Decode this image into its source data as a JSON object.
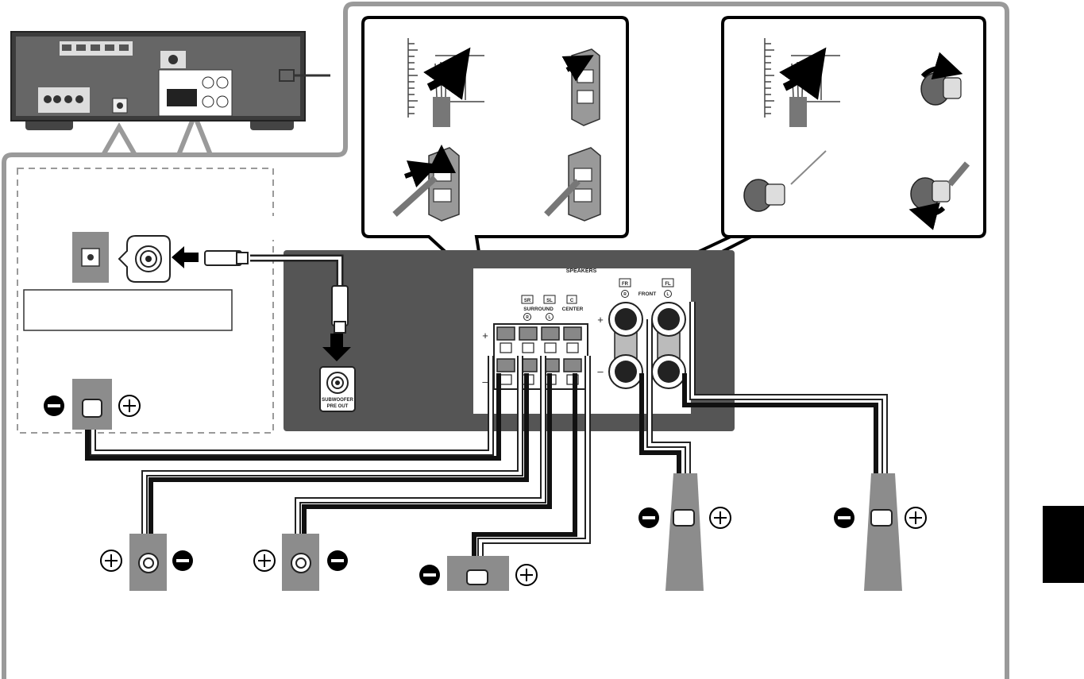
{
  "panel": {
    "title": "SPEAKERS",
    "channels": {
      "sr": {
        "badge": "SR"
      },
      "sl": {
        "badge": "SL"
      },
      "c": {
        "badge": "C"
      },
      "fr": {
        "badge": "FR"
      },
      "fl": {
        "badge": "FL"
      }
    },
    "group_surround": "SURROUND",
    "group_center": "CENTER",
    "group_front": "FRONT",
    "right_symbol": "R",
    "left_symbol": "L",
    "plus_sign": "+",
    "minus_sign": "–"
  },
  "subwoofer_jack": {
    "line1": "SUBWOOFER",
    "line2": "PRE OUT"
  },
  "polarity": {
    "plus": "+",
    "minus": "–"
  },
  "colors": {
    "panel_gray": "#555555",
    "speaker_gray": "#8c8c8c",
    "frame_gray": "#9a9a9a",
    "cable_black": "#111111",
    "cable_white": "#ffffff",
    "side_tab": "#000000"
  },
  "icons": [
    "arrow-icon",
    "speaker-icon",
    "plus-icon",
    "minus-icon",
    "rca-plug-icon"
  ]
}
